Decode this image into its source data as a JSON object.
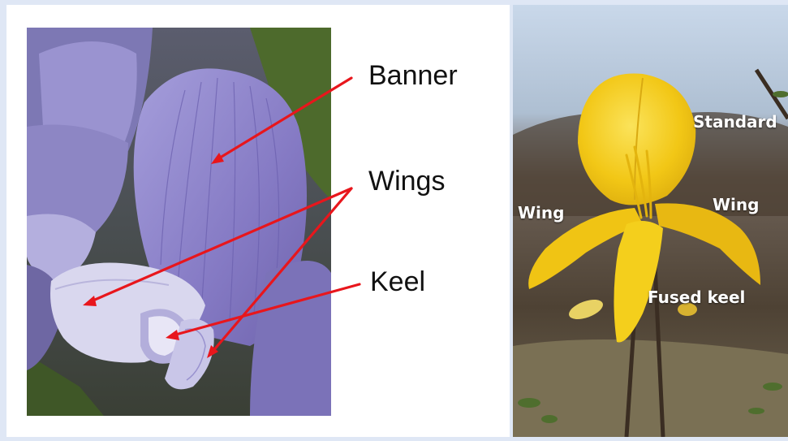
{
  "left_figure": {
    "labels": {
      "banner": "Banner",
      "wings": "Wings",
      "keel": "Keel"
    },
    "arrow_color": "#e8161c",
    "petal_color": "#8f86c9"
  },
  "right_figure": {
    "labels": {
      "standard": "Standard",
      "wing_left": "Wing",
      "wing_right": "Wing",
      "fused_keel": "Fused keel"
    },
    "flower_color": "#f3cc16"
  }
}
